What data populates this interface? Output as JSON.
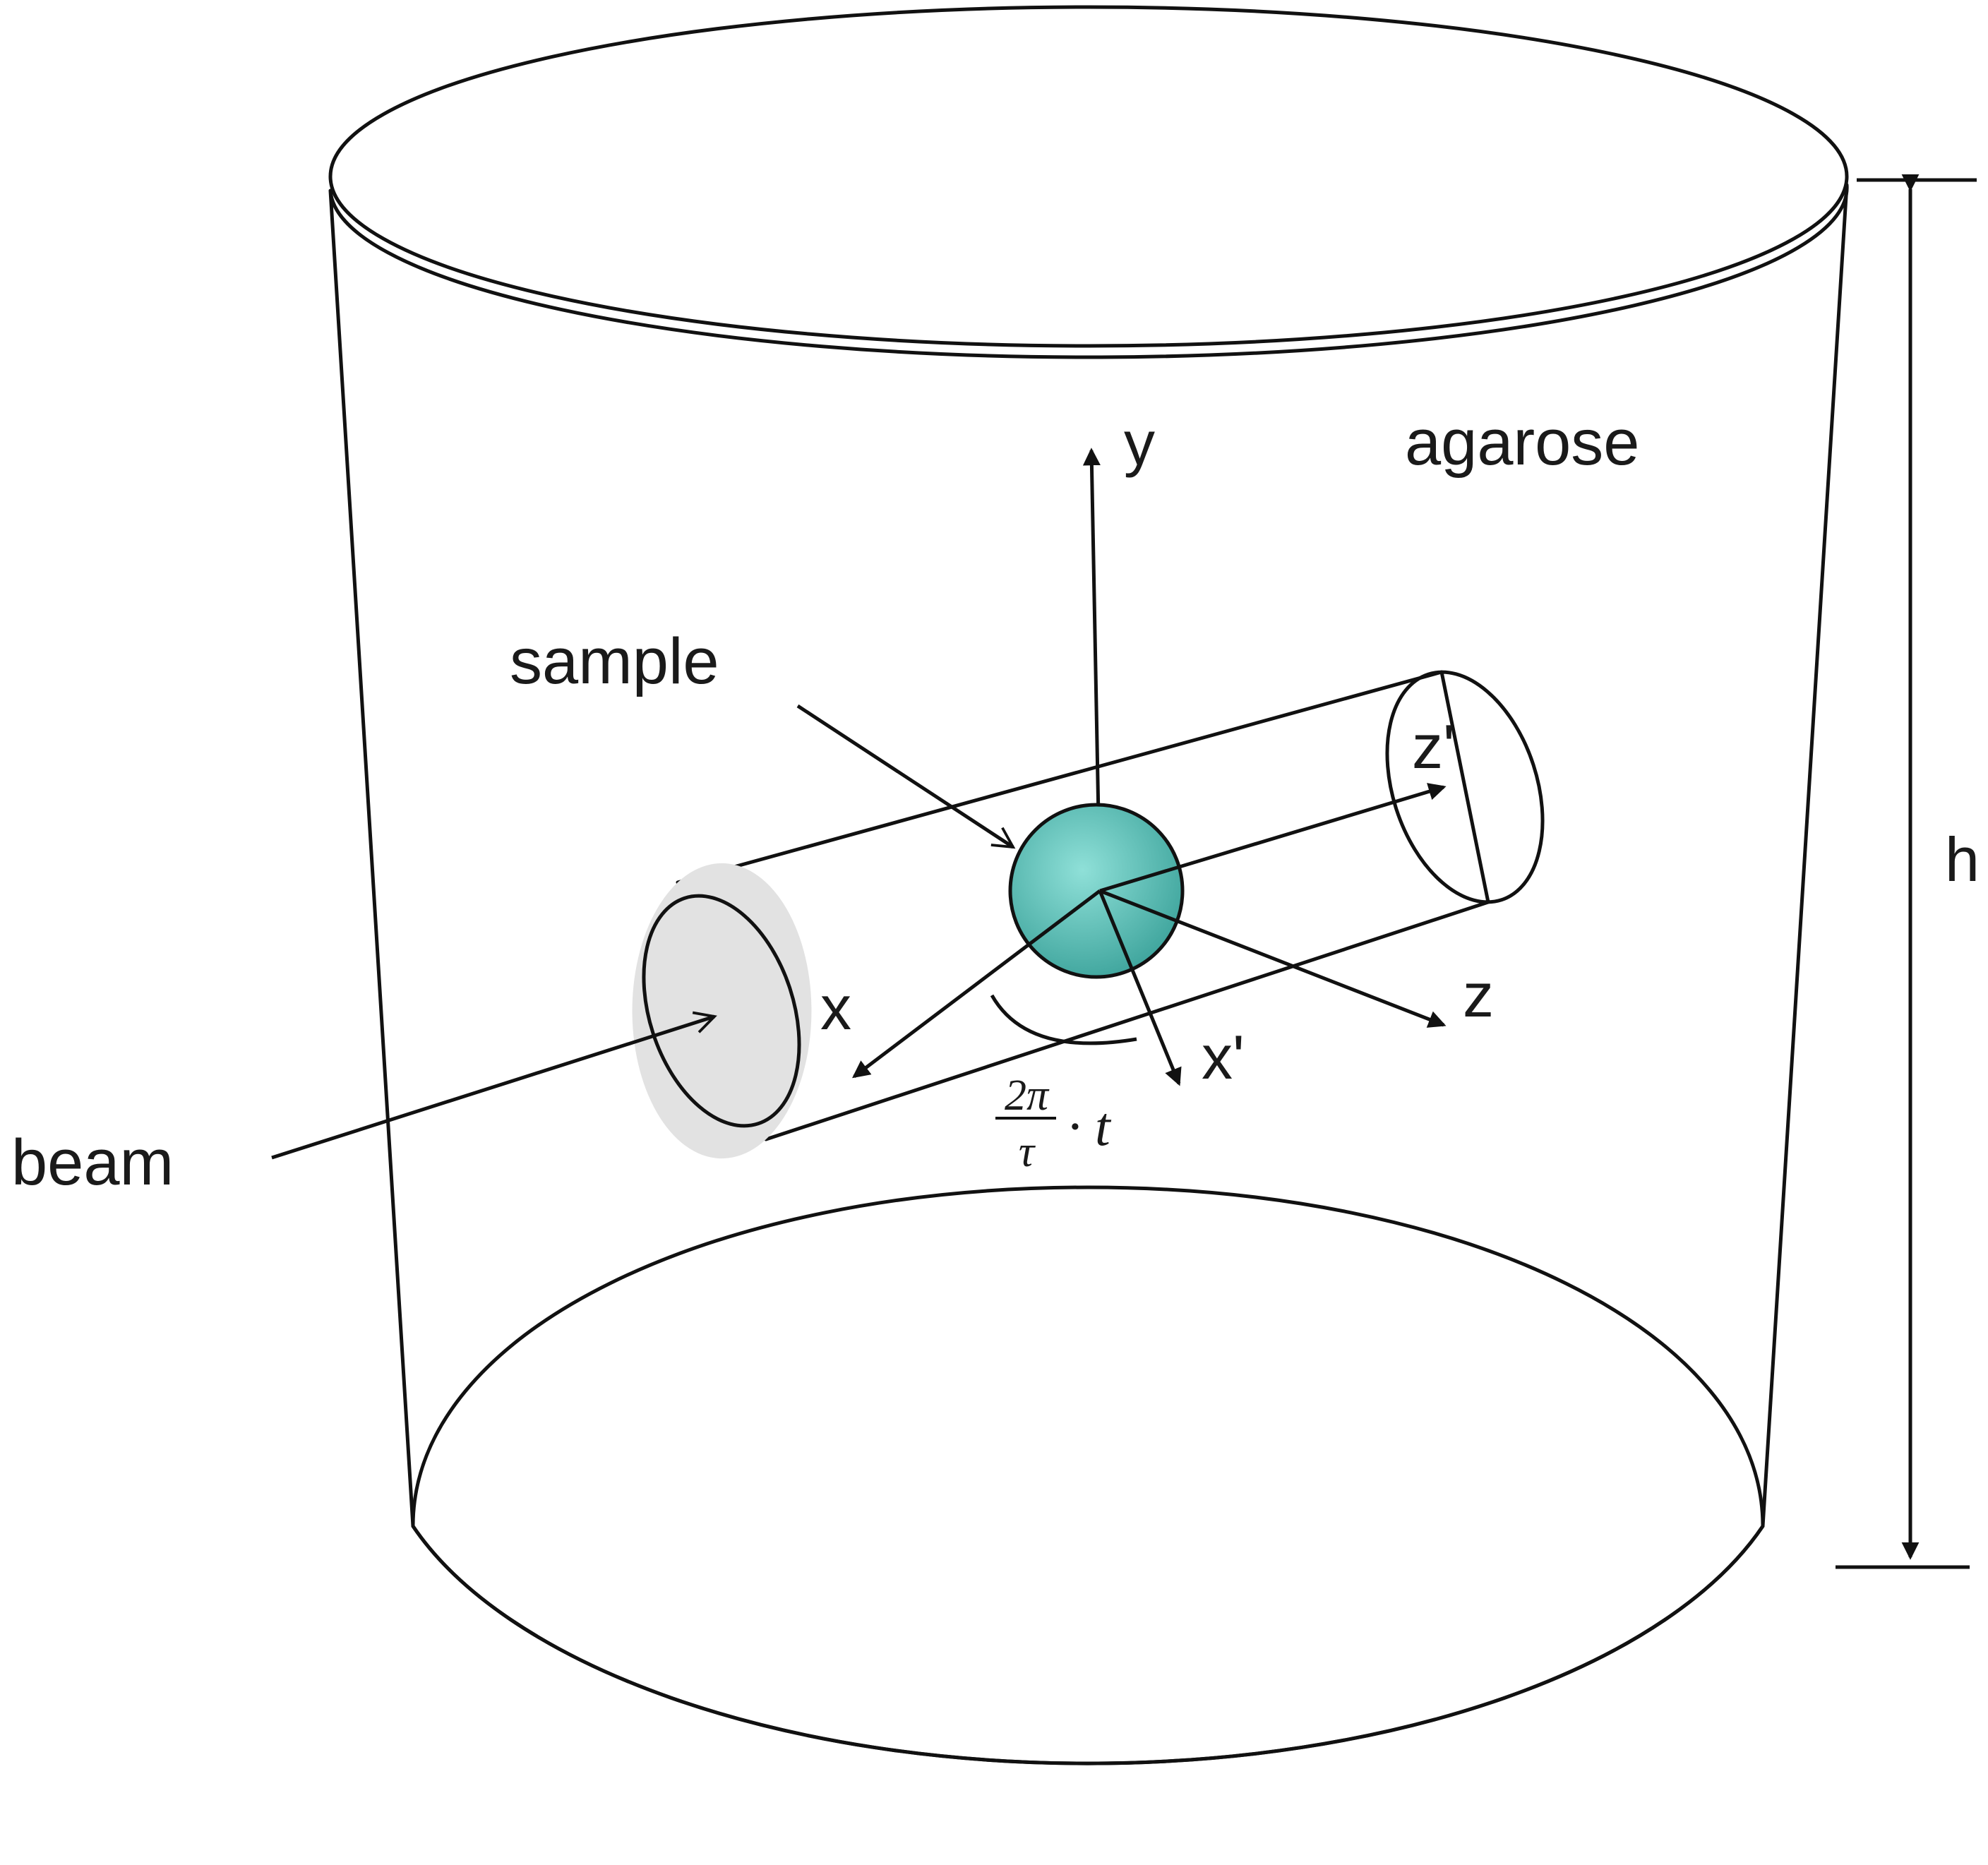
{
  "labels": {
    "agarose": "agarose",
    "sample": "sample",
    "beam": "beam",
    "height": "h",
    "axis_y": "y",
    "axis_x": "x",
    "axis_z": "z",
    "axis_x_prime": "x'",
    "axis_z_prime": "z'",
    "angle_numerator": "2π",
    "angle_denominator": "τ",
    "angle_factor": "· t"
  },
  "colors": {
    "top_face": "#a4a4a4",
    "bottom_face": "#5e5f61",
    "wall_edge": "#9b9b9b",
    "wall_center": "#ffffff",
    "sample_sphere": "#5cbdb4",
    "outline": "#111111"
  }
}
